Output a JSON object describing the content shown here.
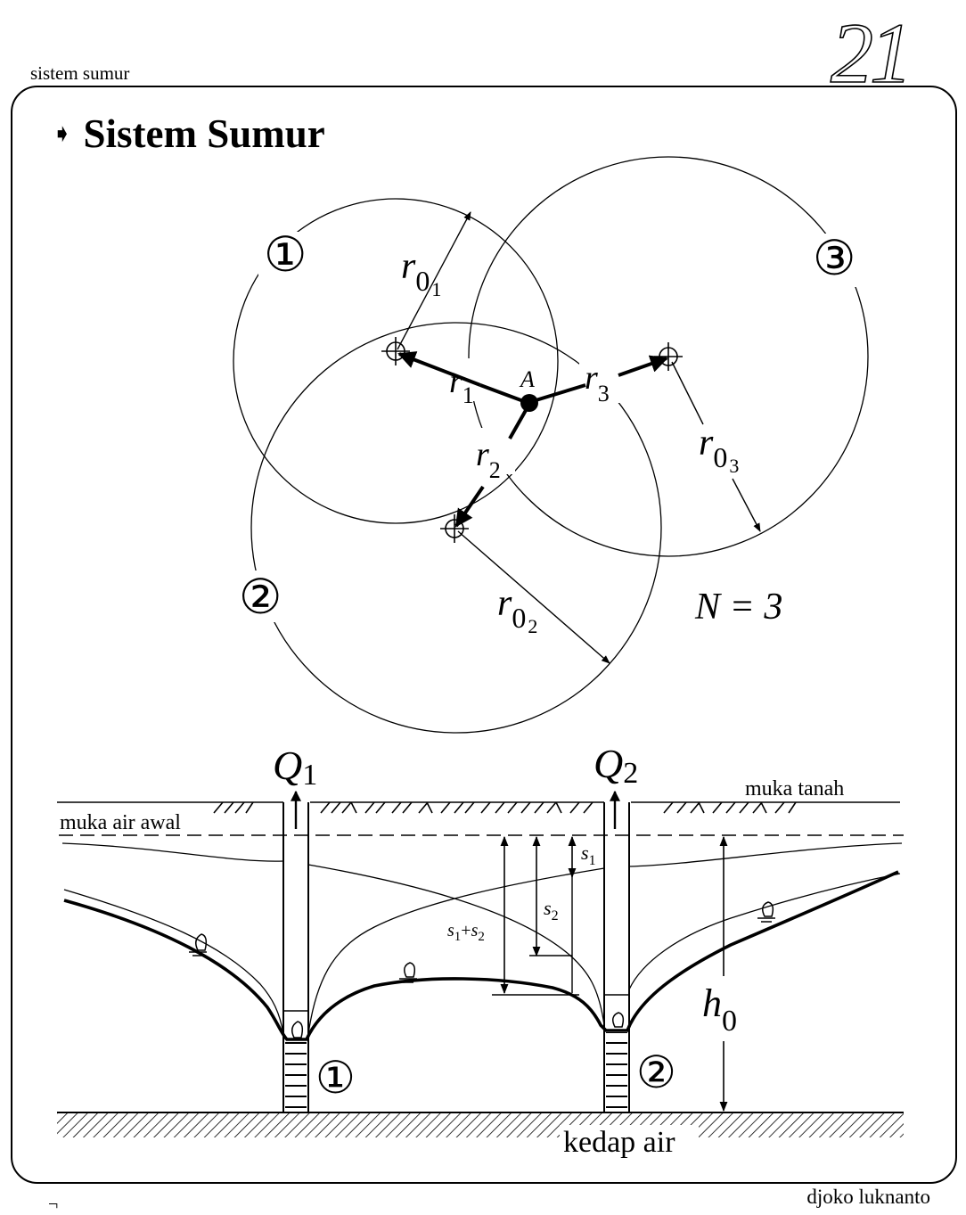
{
  "page": {
    "running_head": "sistem sumur",
    "page_number": "21",
    "title_bullet": "➧",
    "title": "Sistem Sumur",
    "author": "djoko luknanto",
    "stray_mark": "¬"
  },
  "plan_view": {
    "wells": [
      {
        "id": "1",
        "label": "①"
      },
      {
        "id": "2",
        "label": "②"
      },
      {
        "id": "3",
        "label": "③"
      }
    ],
    "point_label": "A",
    "distance_labels": [
      {
        "base": "r",
        "sub": "1"
      },
      {
        "base": "r",
        "sub": "2"
      },
      {
        "base": "r",
        "sub": "3"
      }
    ],
    "radius_labels": [
      {
        "base": "r",
        "sub": "0",
        "subsub": "1"
      },
      {
        "base": "r",
        "sub": "0",
        "subsub": "2"
      },
      {
        "base": "r",
        "sub": "0",
        "subsub": "3"
      }
    ],
    "count_label": "N = 3"
  },
  "section_view": {
    "discharge_labels": [
      {
        "base": "Q",
        "sub": "1"
      },
      {
        "base": "Q",
        "sub": "2"
      }
    ],
    "ground_label": "muka tanah",
    "initial_water_label": "muka air awal",
    "impermeable_label": "kedap air",
    "drawdown_labels": {
      "s1": {
        "base": "s",
        "sub": "1"
      },
      "s2": {
        "base": "s",
        "sub": "2"
      },
      "s_sum": {
        "a": "s",
        "a_sub": "1",
        "plus": "+",
        "b": "s",
        "b_sub": "2"
      }
    },
    "head_label": {
      "base": "h",
      "sub": "0"
    },
    "well_labels": [
      "①",
      "②"
    ]
  }
}
